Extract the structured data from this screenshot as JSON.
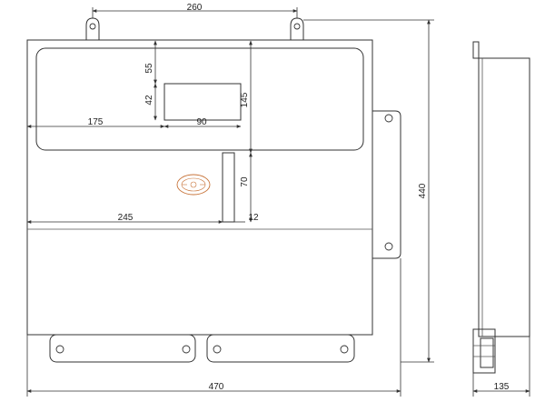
{
  "dimensions": {
    "top_holes_spacing": "260",
    "display_top_offset": "55",
    "display_height": "42",
    "display_window_height": "145",
    "display_left_offset": "175",
    "display_width": "90",
    "slot_height": "70",
    "slot_left_offset": "245",
    "slot_width": "12",
    "overall_height": "440",
    "overall_width": "470",
    "depth": "135"
  },
  "logo": {
    "icon": "company-logo-seal-icon"
  },
  "colors": {
    "line": "#333333",
    "logo": "#c8743a"
  }
}
